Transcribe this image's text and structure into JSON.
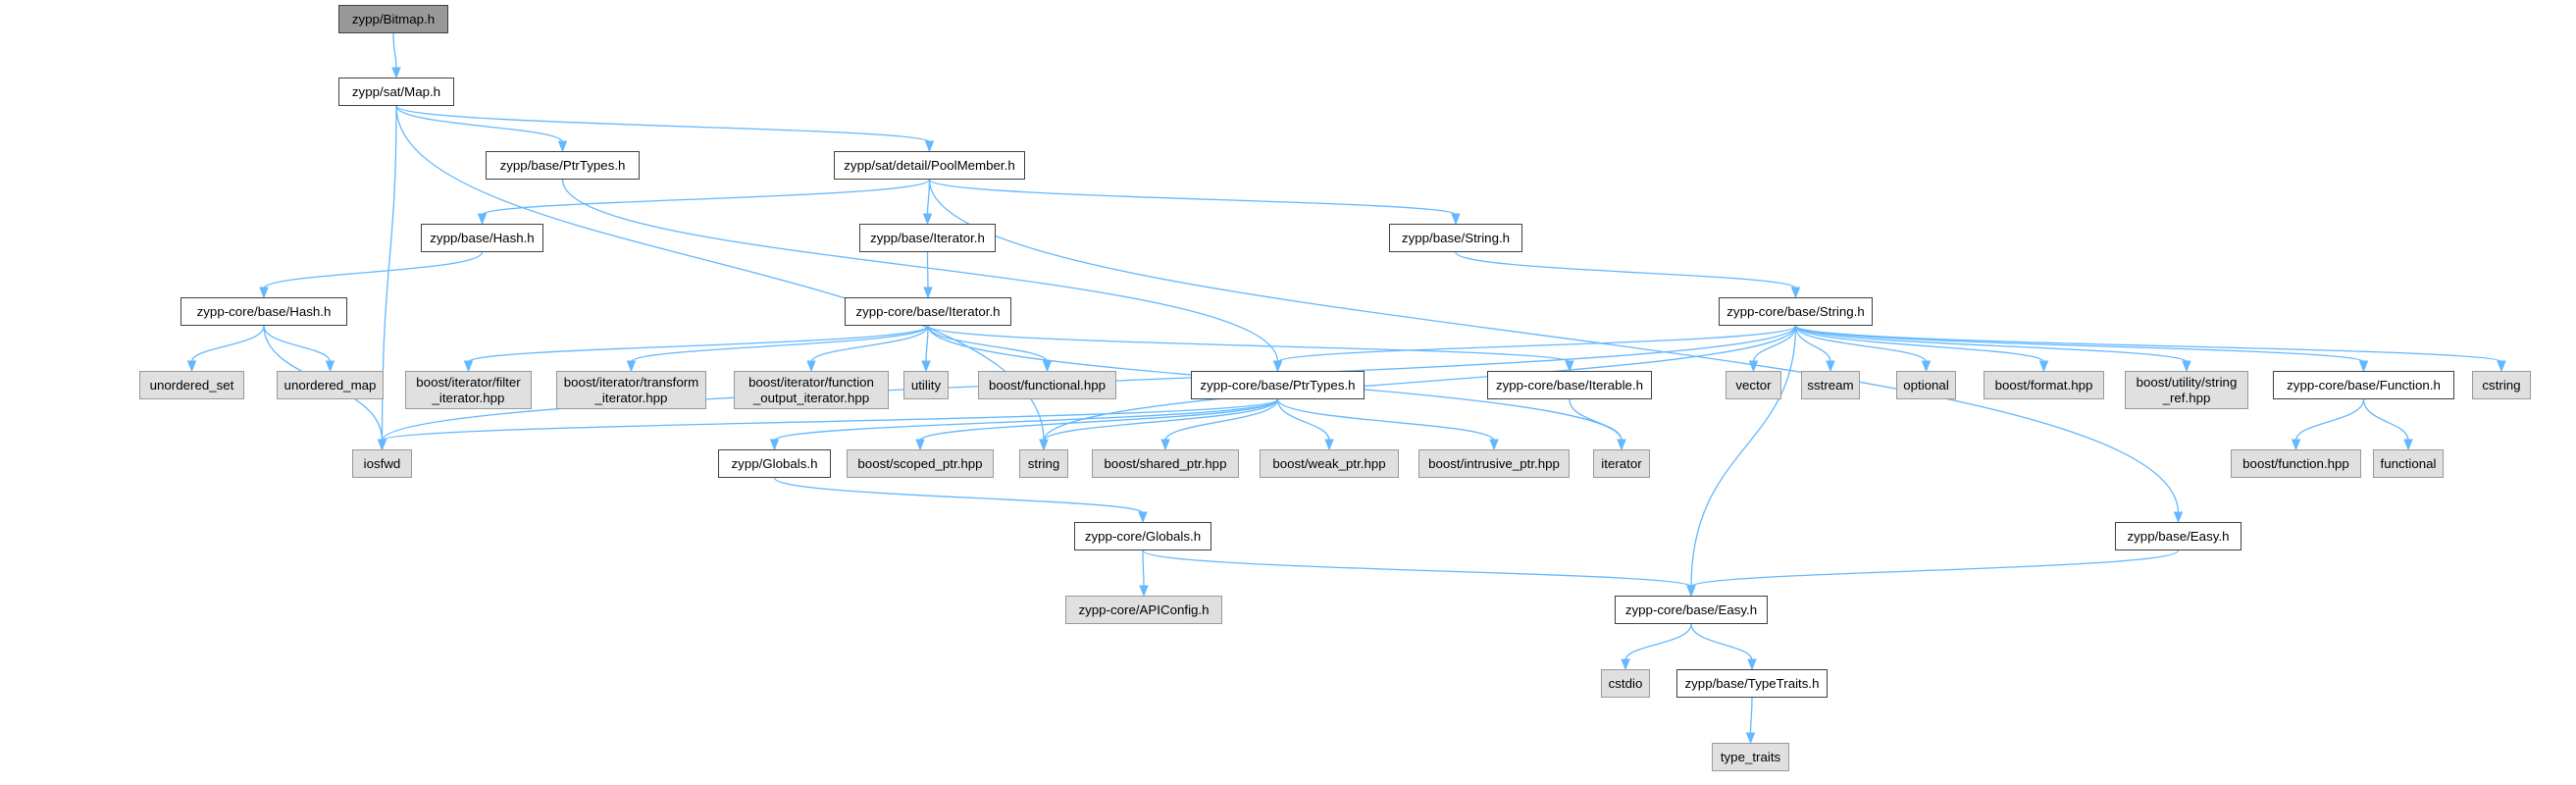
{
  "colors": {
    "edge": "#63b8ff",
    "root_fill": "#999999",
    "external_fill": "#e0e0e0",
    "local_fill": "#ffffff"
  },
  "nodes": [
    {
      "id": "n0",
      "label": "zypp/Bitmap.h",
      "kind": "root"
    },
    {
      "id": "n1",
      "label": "zypp/sat/Map.h",
      "kind": "local"
    },
    {
      "id": "n2",
      "label": "zypp/base/PtrTypes.h",
      "kind": "local"
    },
    {
      "id": "n3",
      "label": "zypp/sat/detail/PoolMember.h",
      "kind": "local"
    },
    {
      "id": "n4",
      "label": "zypp/base/Hash.h",
      "kind": "local"
    },
    {
      "id": "n5",
      "label": "zypp/base/Iterator.h",
      "kind": "local"
    },
    {
      "id": "n6",
      "label": "zypp/base/String.h",
      "kind": "local"
    },
    {
      "id": "n7",
      "label": "zypp-core/base/Hash.h",
      "kind": "local"
    },
    {
      "id": "n8",
      "label": "zypp-core/base/Iterator.h",
      "kind": "local"
    },
    {
      "id": "n9",
      "label": "zypp-core/base/String.h",
      "kind": "local"
    },
    {
      "id": "n10",
      "label": "unordered_set",
      "kind": "external"
    },
    {
      "id": "n11",
      "label": "unordered_map",
      "kind": "external"
    },
    {
      "id": "n12",
      "label": "boost/iterator/filter\n_iterator.hpp",
      "kind": "external"
    },
    {
      "id": "n13",
      "label": "boost/iterator/transform\n_iterator.hpp",
      "kind": "external"
    },
    {
      "id": "n14",
      "label": "boost/iterator/function\n_output_iterator.hpp",
      "kind": "external"
    },
    {
      "id": "n15",
      "label": "utility",
      "kind": "external"
    },
    {
      "id": "n16",
      "label": "boost/functional.hpp",
      "kind": "external"
    },
    {
      "id": "n17",
      "label": "zypp-core/base/PtrTypes.h",
      "kind": "local"
    },
    {
      "id": "n18",
      "label": "zypp-core/base/Iterable.h",
      "kind": "local"
    },
    {
      "id": "n19",
      "label": "vector",
      "kind": "external"
    },
    {
      "id": "n20",
      "label": "sstream",
      "kind": "external"
    },
    {
      "id": "n21",
      "label": "optional",
      "kind": "external"
    },
    {
      "id": "n22",
      "label": "boost/format.hpp",
      "kind": "external"
    },
    {
      "id": "n23",
      "label": "boost/utility/string\n_ref.hpp",
      "kind": "external"
    },
    {
      "id": "n24",
      "label": "zypp-core/base/Function.h",
      "kind": "local"
    },
    {
      "id": "n25",
      "label": "cstring",
      "kind": "external"
    },
    {
      "id": "n26",
      "label": "iosfwd",
      "kind": "external"
    },
    {
      "id": "n27",
      "label": "zypp/Globals.h",
      "kind": "local"
    },
    {
      "id": "n28",
      "label": "boost/scoped_ptr.hpp",
      "kind": "external"
    },
    {
      "id": "n29",
      "label": "string",
      "kind": "external"
    },
    {
      "id": "n30",
      "label": "boost/shared_ptr.hpp",
      "kind": "external"
    },
    {
      "id": "n31",
      "label": "boost/weak_ptr.hpp",
      "kind": "external"
    },
    {
      "id": "n32",
      "label": "boost/intrusive_ptr.hpp",
      "kind": "external"
    },
    {
      "id": "n33",
      "label": "iterator",
      "kind": "external"
    },
    {
      "id": "n34",
      "label": "boost/function.hpp",
      "kind": "external"
    },
    {
      "id": "n35",
      "label": "functional",
      "kind": "external"
    },
    {
      "id": "n36",
      "label": "zypp-core/Globals.h",
      "kind": "local"
    },
    {
      "id": "n37",
      "label": "zypp/base/Easy.h",
      "kind": "local"
    },
    {
      "id": "n38",
      "label": "zypp-core/APIConfig.h",
      "kind": "external"
    },
    {
      "id": "n39",
      "label": "zypp-core/base/Easy.h",
      "kind": "local"
    },
    {
      "id": "n40",
      "label": "cstdio",
      "kind": "external"
    },
    {
      "id": "n41",
      "label": "zypp/base/TypeTraits.h",
      "kind": "local"
    },
    {
      "id": "n42",
      "label": "type_traits",
      "kind": "external"
    }
  ],
  "edges": [
    [
      "n0",
      "n1"
    ],
    [
      "n1",
      "n2"
    ],
    [
      "n1",
      "n3"
    ],
    [
      "n1",
      "n26"
    ],
    [
      "n1",
      "n29"
    ],
    [
      "n2",
      "n17"
    ],
    [
      "n3",
      "n4"
    ],
    [
      "n3",
      "n5"
    ],
    [
      "n3",
      "n6"
    ],
    [
      "n3",
      "n37"
    ],
    [
      "n4",
      "n7"
    ],
    [
      "n5",
      "n8"
    ],
    [
      "n6",
      "n9"
    ],
    [
      "n7",
      "n10"
    ],
    [
      "n7",
      "n11"
    ],
    [
      "n7",
      "n26"
    ],
    [
      "n8",
      "n12"
    ],
    [
      "n8",
      "n13"
    ],
    [
      "n8",
      "n14"
    ],
    [
      "n8",
      "n15"
    ],
    [
      "n8",
      "n16"
    ],
    [
      "n8",
      "n18"
    ],
    [
      "n8",
      "n33"
    ],
    [
      "n9",
      "n17"
    ],
    [
      "n9",
      "n19"
    ],
    [
      "n9",
      "n20"
    ],
    [
      "n9",
      "n21"
    ],
    [
      "n9",
      "n22"
    ],
    [
      "n9",
      "n23"
    ],
    [
      "n9",
      "n24"
    ],
    [
      "n9",
      "n25"
    ],
    [
      "n9",
      "n26"
    ],
    [
      "n9",
      "n29"
    ],
    [
      "n9",
      "n39"
    ],
    [
      "n17",
      "n26"
    ],
    [
      "n17",
      "n27"
    ],
    [
      "n17",
      "n28"
    ],
    [
      "n17",
      "n29"
    ],
    [
      "n17",
      "n30"
    ],
    [
      "n17",
      "n31"
    ],
    [
      "n17",
      "n32"
    ],
    [
      "n18",
      "n33"
    ],
    [
      "n24",
      "n34"
    ],
    [
      "n24",
      "n35"
    ],
    [
      "n27",
      "n36"
    ],
    [
      "n36",
      "n38"
    ],
    [
      "n36",
      "n39"
    ],
    [
      "n37",
      "n39"
    ],
    [
      "n39",
      "n40"
    ],
    [
      "n39",
      "n41"
    ],
    [
      "n41",
      "n42"
    ]
  ]
}
